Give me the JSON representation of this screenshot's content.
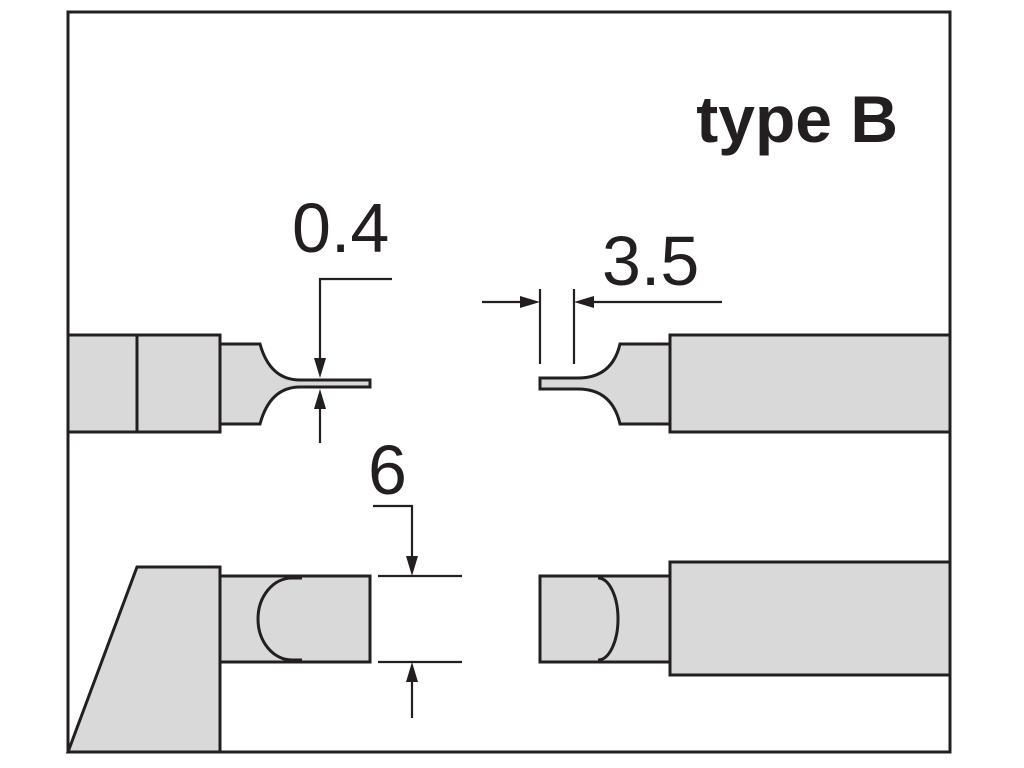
{
  "diagram": {
    "title": "type B",
    "dimensions": {
      "blade_thickness": "0.4",
      "blade_width": "3.5",
      "face_width": "6"
    },
    "colors": {
      "line": "#231f20",
      "fill": "#d9d9d9",
      "background": "#ffffff"
    }
  }
}
